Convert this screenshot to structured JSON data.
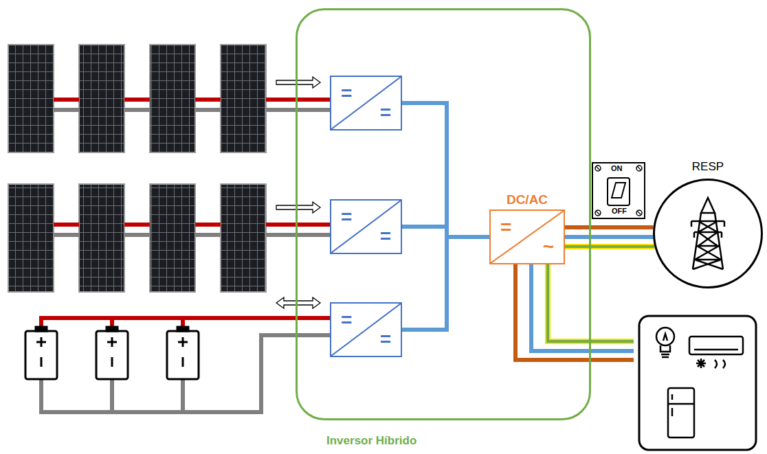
{
  "diagram": {
    "nodes": [
      {
        "text": [
          "Inversor Híbrido"
        ]
      },
      {
        "text": [
          "=",
          "="
        ],
        "in": 0
      },
      {
        "text": [
          "=",
          "="
        ],
        "in": 0
      },
      {
        "text": [
          "=",
          "="
        ],
        "in": 0
      },
      {
        "text": [
          "DC/AC",
          "=",
          "~"
        ],
        "in": 0
      },
      {
        "text": [
          "RESP"
        ]
      }
    ],
    "edges": [
      {
        "from": 1,
        "to": 4,
        "arrow": "none"
      },
      {
        "from": 2,
        "to": 4,
        "arrow": "none"
      },
      {
        "from": 3,
        "to": 4,
        "arrow": "none"
      },
      {
        "from": 4,
        "to": 5,
        "arrow": "none"
      }
    ],
    "labels": [
      "ON",
      "OFF"
    ]
  }
}
